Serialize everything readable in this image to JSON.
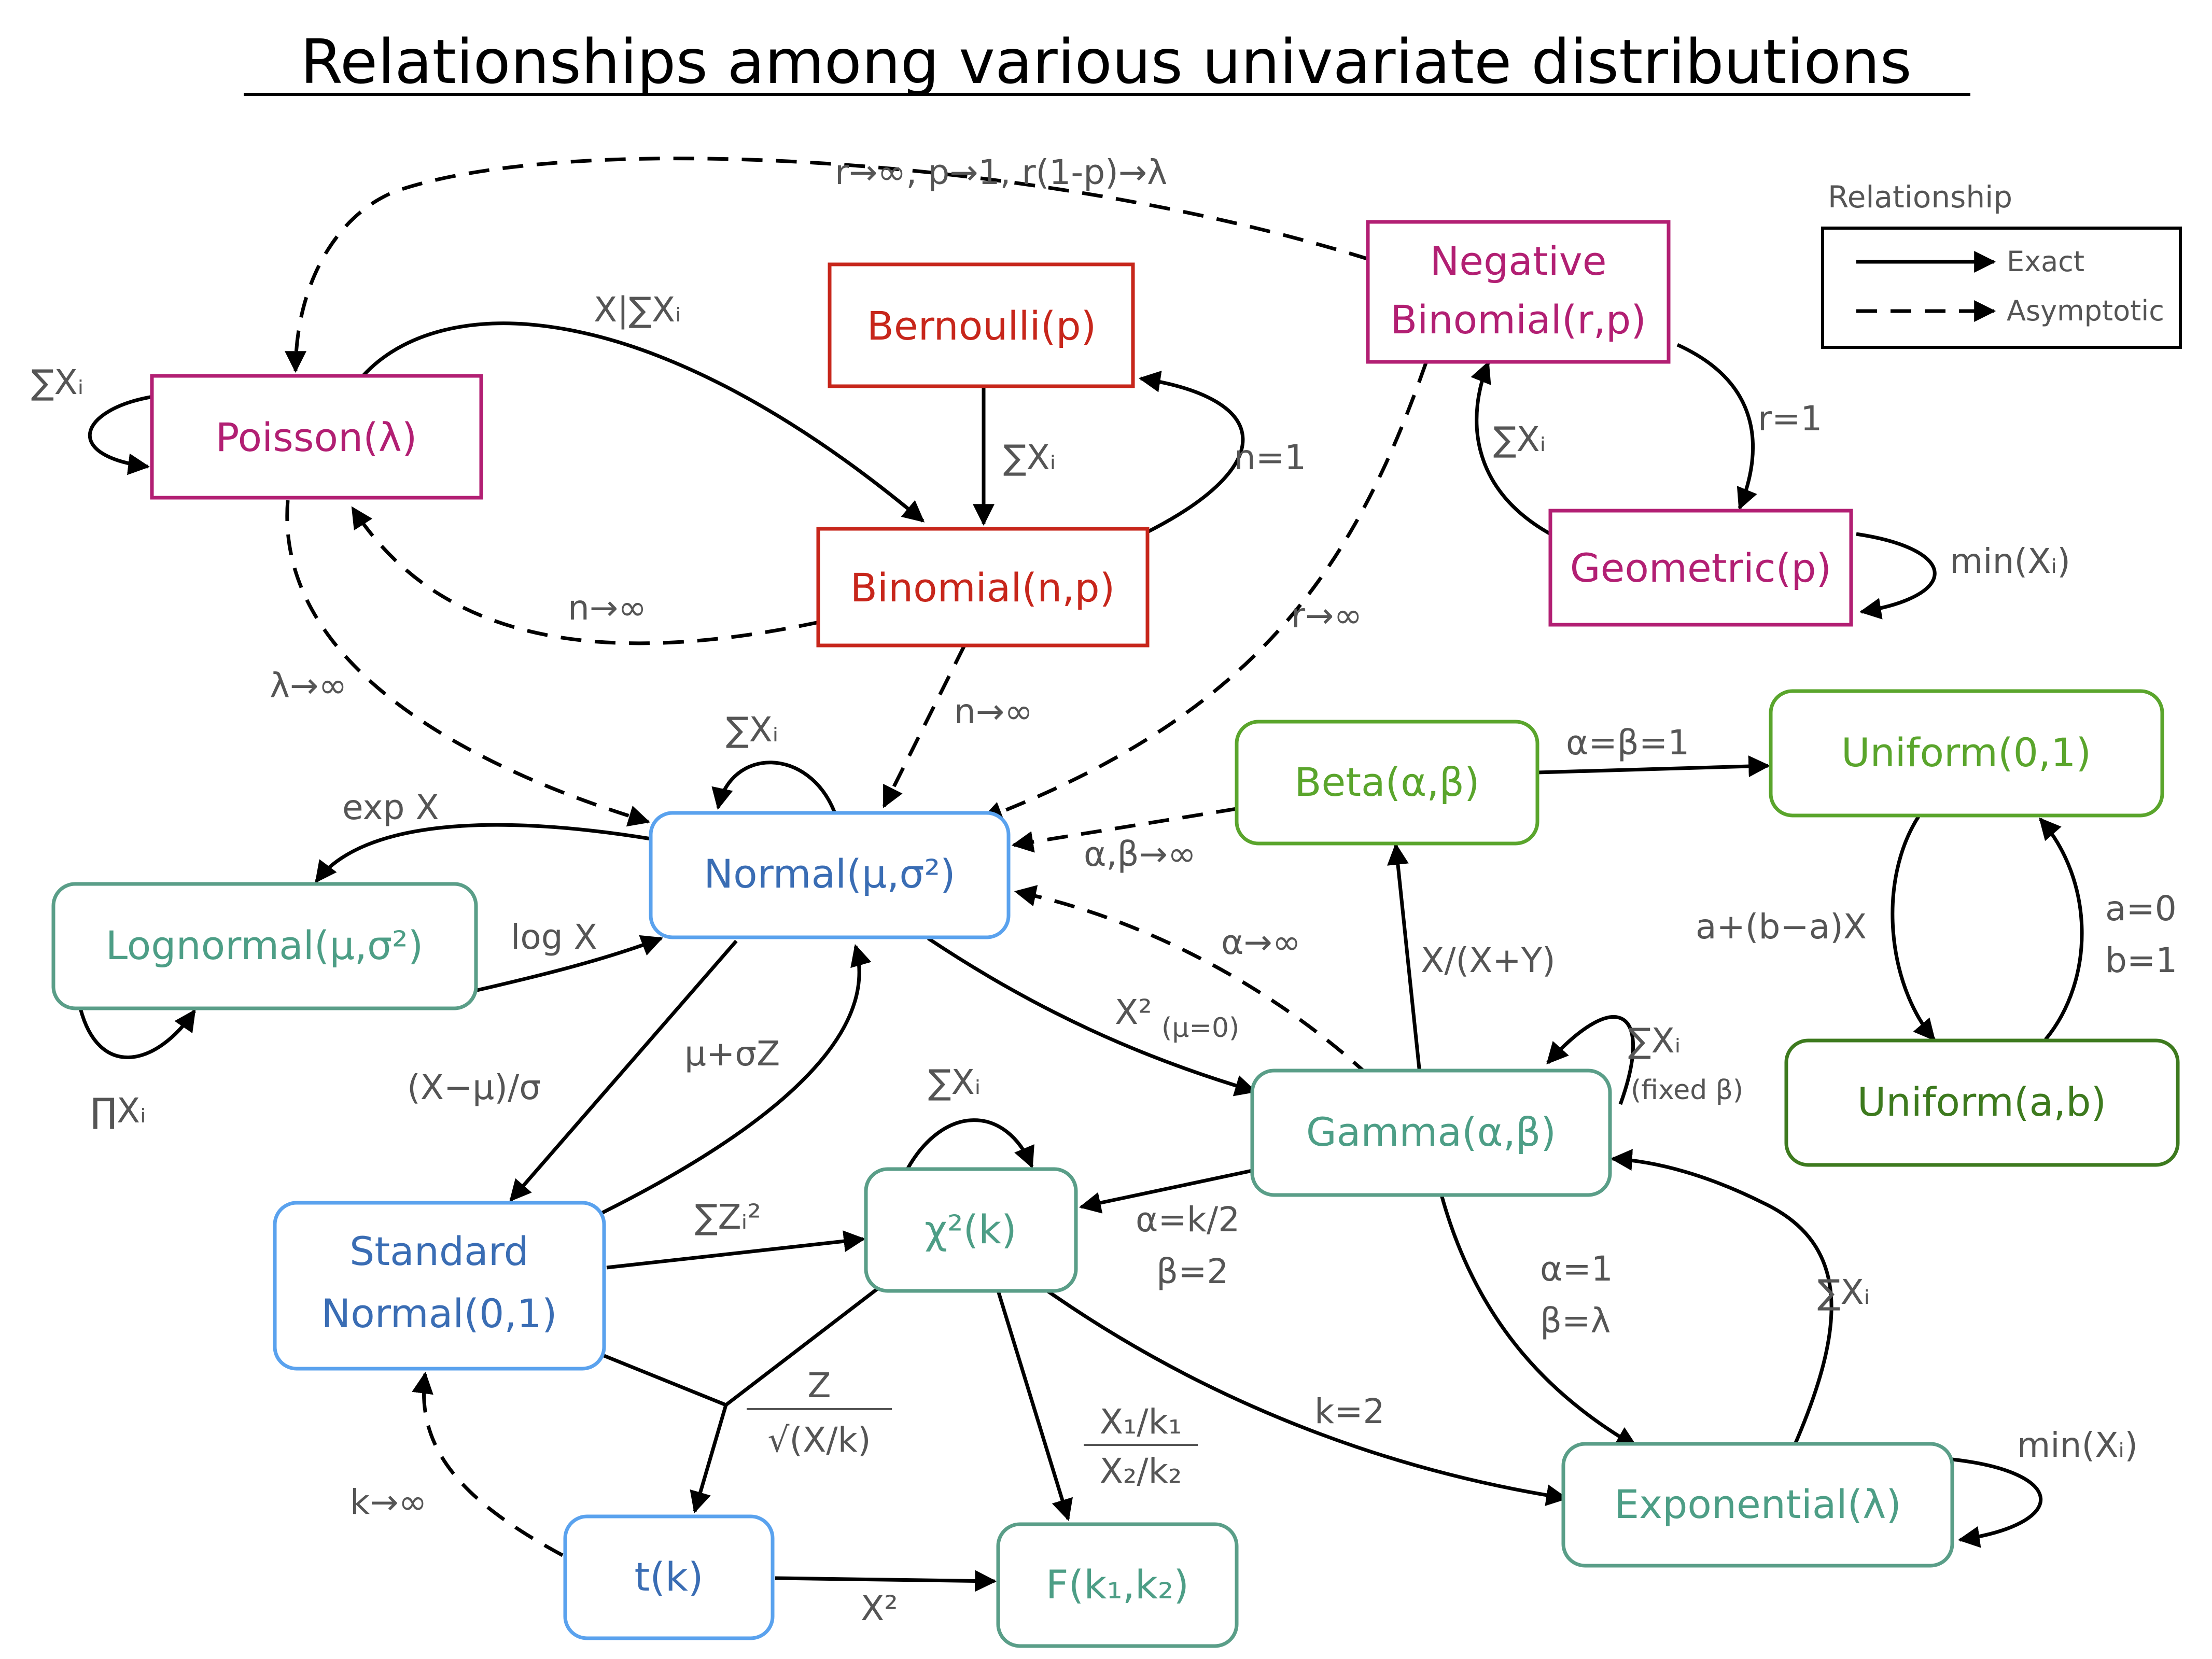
{
  "title": "Relationships among various univariate distributions",
  "colors": {
    "red": "#c7261b",
    "magenta": "#b21f73",
    "blue": "#3a6db4",
    "blue_border": "#5aa2ee",
    "teal": "#4d9e86",
    "teal_border": "#5a9e88",
    "lightgreen": "#5aa52c",
    "darkgreen": "#3d7a1e"
  },
  "legend": {
    "title": "Relationship",
    "exact": "Exact",
    "asymptotic": "Asymptotic"
  },
  "nodes": {
    "poisson": "Poisson(λ)",
    "bernoulli": "Bernoulli(p)",
    "binomial": "Binomial(n,p)",
    "negbin_line1": "Negative",
    "negbin_line2": "Binomial(r,p)",
    "geometric": "Geometric(p)",
    "normal": "Normal(μ,σ²)",
    "lognormal": "Lognormal(μ,σ²)",
    "stdnormal_line1": "Standard",
    "stdnormal_line2": "Normal(0,1)",
    "chi2": "χ²(k)",
    "t": "t(k)",
    "f": "F(k₁,k₂)",
    "beta": "Beta(α,β)",
    "gamma": "Gamma(α,β)",
    "exponential": "Exponential(λ)",
    "uniform01": "Uniform(0,1)",
    "uniformab": "Uniform(a,b)"
  },
  "edge_labels": {
    "negbin_poisson": "r→∞, p→1, r(1-p)→λ",
    "poisson_binomial": "X|∑Xᵢ",
    "poisson_self": "∑Xᵢ",
    "bernoulli_binomial": "∑Xᵢ",
    "binomial_bernoulli": "n=1",
    "binomial_poisson": "n→∞",
    "negbin_geometric": "r=1",
    "geometric_negbin": "∑Xᵢ",
    "geometric_self": "min(Xᵢ)",
    "poisson_normal": "λ→∞",
    "binomial_normal": "n→∞",
    "negbin_normal": "r→∞",
    "normal_self": "∑Xᵢ",
    "normal_lognormal": "exp X",
    "lognormal_normal": "log X",
    "lognormal_self": "∏Xᵢ",
    "beta_normal": "α,β→∞",
    "beta_uniform": "α=β=1",
    "gamma_normal": "α→∞",
    "gamma_beta": "X/(X+Y)",
    "normal_gamma_main": "X²",
    "normal_gamma_sub": "(μ=0)",
    "gamma_self": "∑Xᵢ",
    "gamma_self_sub": "(fixed β)",
    "normal_std": "(X−μ)/σ",
    "std_normal": "μ+σZ",
    "chi2_self": "∑Xᵢ",
    "std_chi2": "∑Zᵢ²",
    "gamma_chi2_a": "α=k/2",
    "gamma_chi2_b": "β=2",
    "gamma_exp_a": "α=1",
    "gamma_exp_b": "β=λ",
    "exp_gamma": "∑Xᵢ",
    "t_numer": "Z",
    "t_denom": "√(X/k)",
    "f_numer": "X₁/k₁",
    "f_denom": "X₂/k₂",
    "chi2_exp": "k=2",
    "t_std": "k→∞",
    "t_f": "X²",
    "exp_self": "min(Xᵢ)",
    "uniform_ab": "a+(b−a)X",
    "uniform_01_a": "a=0",
    "uniform_01_b": "b=1"
  }
}
